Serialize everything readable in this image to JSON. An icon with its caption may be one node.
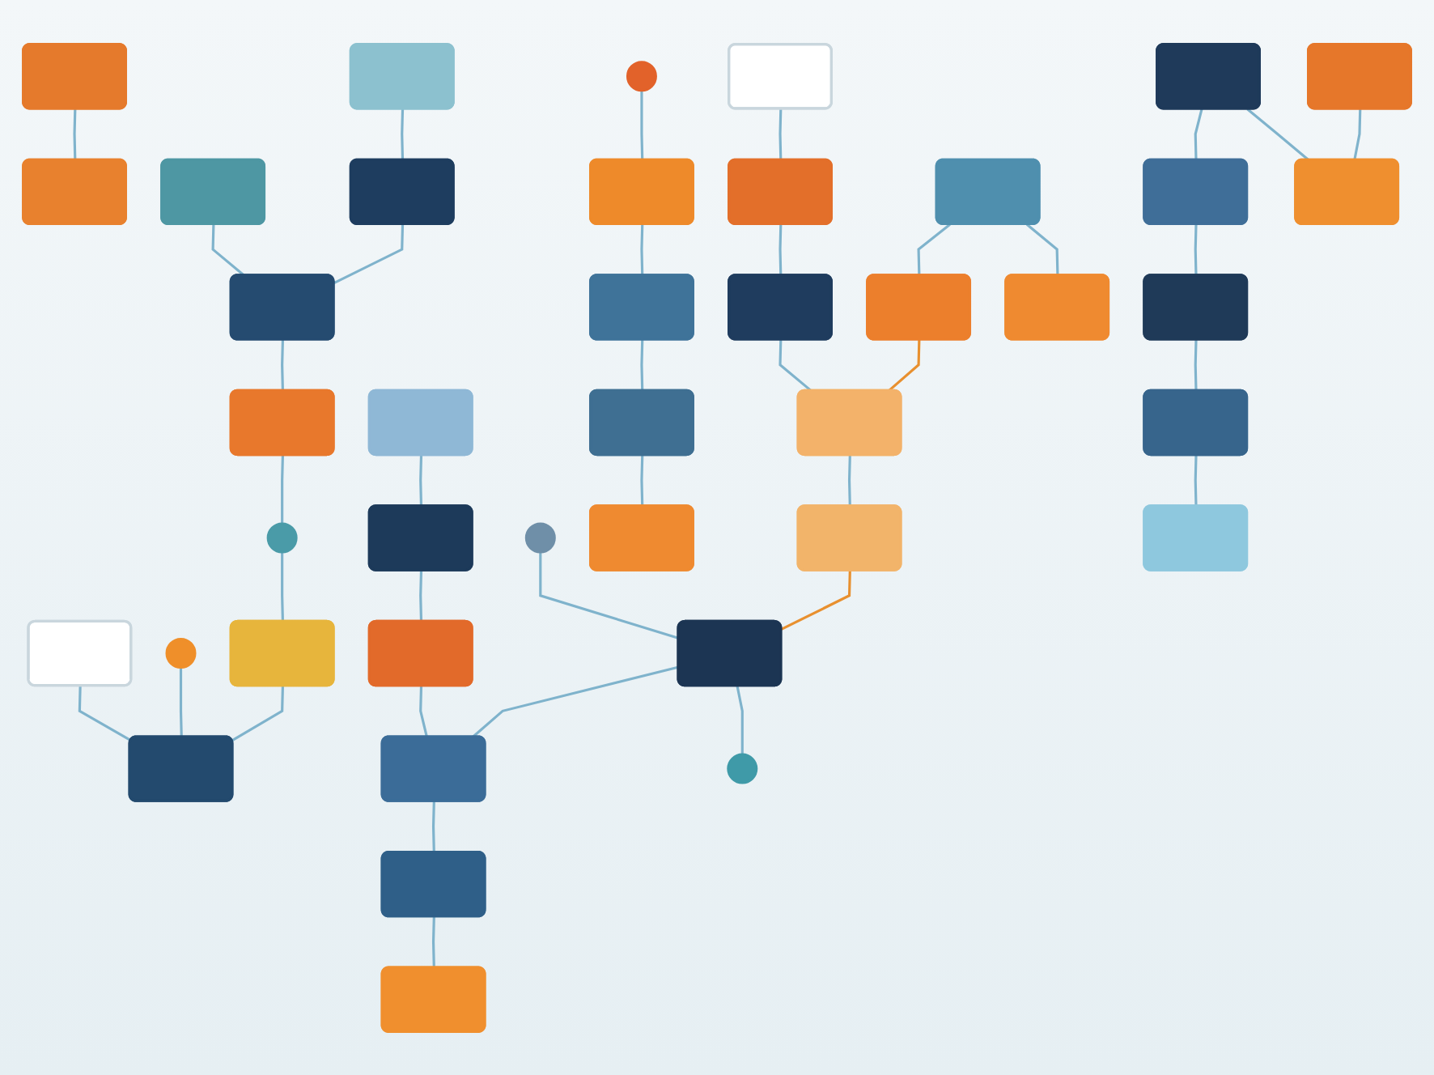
{
  "diagram": {
    "nodes": [
      {
        "text": [],
        "shape": "box"
      },
      {
        "text": [],
        "shape": "box"
      },
      {
        "text": [],
        "shape": "box"
      },
      {
        "text": [],
        "shape": "circle"
      },
      {
        "text": [],
        "shape": "circle"
      },
      {
        "text": [],
        "shape": "box"
      },
      {
        "text": [],
        "shape": "box"
      },
      {
        "text": [],
        "shape": "box"
      },
      {
        "text": [],
        "shape": "box"
      },
      {
        "text": [],
        "shape": "circle"
      },
      {
        "text": [],
        "shape": "box"
      },
      {
        "text": [],
        "shape": "box"
      },
      {
        "text": [],
        "shape": "box"
      },
      {
        "text": [],
        "shape": "box"
      },
      {
        "text": [],
        "shape": "box"
      },
      {
        "text": [],
        "shape": "box"
      },
      {
        "text": [],
        "shape": "box"
      },
      {
        "text": [],
        "shape": "box"
      },
      {
        "text": [],
        "shape": "box"
      },
      {
        "text": [],
        "shape": "box"
      },
      {
        "text": [],
        "shape": "box"
      },
      {
        "text": [],
        "shape": "circle"
      },
      {
        "text": [],
        "shape": "box"
      },
      {
        "text": [],
        "shape": "box"
      },
      {
        "text": [],
        "shape": "box"
      },
      {
        "text": [],
        "shape": "box"
      },
      {
        "text": [],
        "shape": "box"
      },
      {
        "text": [],
        "shape": "box"
      },
      {
        "text": [],
        "shape": "box"
      },
      {
        "text": [],
        "shape": "box"
      },
      {
        "text": [],
        "shape": "box"
      },
      {
        "text": [],
        "shape": "box"
      },
      {
        "text": [],
        "shape": "box"
      },
      {
        "text": [],
        "shape": "box"
      },
      {
        "text": [],
        "shape": "box"
      },
      {
        "text": [],
        "shape": "circle"
      },
      {
        "text": [],
        "shape": "box"
      },
      {
        "text": [],
        "shape": "box"
      },
      {
        "text": [],
        "shape": "box"
      },
      {
        "text": [],
        "shape": "box"
      },
      {
        "text": [],
        "shape": "box"
      }
    ],
    "edges": [
      {
        "from": 0,
        "to": 1,
        "arrow": "none"
      },
      {
        "from": 2,
        "to": 6,
        "arrow": "none"
      },
      {
        "from": 3,
        "to": 6,
        "arrow": "none"
      },
      {
        "from": 4,
        "to": 11,
        "arrow": "none"
      },
      {
        "from": 5,
        "to": 7,
        "arrow": "none"
      },
      {
        "from": 7,
        "to": 8,
        "arrow": "none"
      },
      {
        "from": 8,
        "to": 9,
        "arrow": "none"
      },
      {
        "from": 9,
        "to": 10,
        "arrow": "none"
      },
      {
        "from": 10,
        "to": 6,
        "arrow": "none"
      },
      {
        "from": 12,
        "to": 7,
        "arrow": "none"
      },
      {
        "from": 13,
        "to": 12,
        "arrow": "none"
      },
      {
        "from": 11,
        "to": 15,
        "arrow": "none"
      },
      {
        "from": 14,
        "to": 16,
        "arrow": "none"
      },
      {
        "from": 15,
        "to": 20,
        "arrow": "none"
      },
      {
        "from": 16,
        "to": 22,
        "arrow": "none"
      },
      {
        "from": 17,
        "to": 18,
        "arrow": "none"
      },
      {
        "from": 18,
        "to": 19,
        "arrow": "none"
      },
      {
        "from": 19,
        "to": 23,
        "arrow": "none"
      },
      {
        "from": 24,
        "to": 23,
        "arrow": "none",
        "color": "#e8902f"
      },
      {
        "from": 23,
        "to": 27,
        "arrow": "none"
      },
      {
        "from": 21,
        "to": 28,
        "arrow": "none"
      },
      {
        "from": 27,
        "to": 28,
        "arrow": "none",
        "color": "#e8902f"
      },
      {
        "from": 22,
        "to": 29,
        "arrow": "none"
      },
      {
        "from": 28,
        "to": 29,
        "arrow": "none"
      },
      {
        "from": 29,
        "to": 30,
        "arrow": "none"
      },
      {
        "from": 30,
        "to": 31,
        "arrow": "none"
      },
      {
        "from": 20,
        "to": 25,
        "arrow": "none"
      },
      {
        "from": 26,
        "to": 24,
        "arrow": "none"
      },
      {
        "from": 26,
        "to": 34,
        "arrow": "none"
      },
      {
        "from": 32,
        "to": 33,
        "arrow": "none"
      },
      {
        "from": 32,
        "to": 37,
        "arrow": "none"
      },
      {
        "from": 36,
        "to": 37,
        "arrow": "none"
      },
      {
        "from": 33,
        "to": 38,
        "arrow": "none"
      },
      {
        "from": 28,
        "to": 35,
        "arrow": "none"
      },
      {
        "from": 38,
        "to": 39,
        "arrow": "none"
      },
      {
        "from": 39,
        "to": 40,
        "arrow": "none"
      }
    ]
  }
}
